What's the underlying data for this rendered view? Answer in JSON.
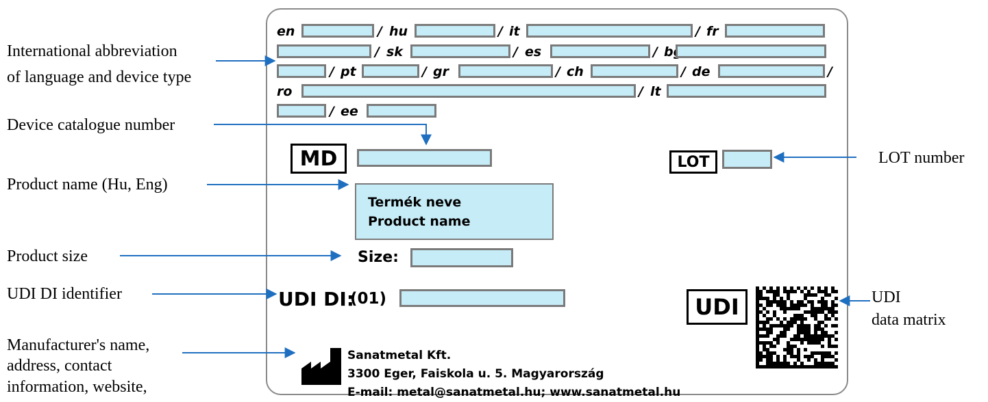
{
  "annotations": {
    "language_line1": "International abbreviation",
    "language_line2": "of language and device type",
    "catalogue": "Device catalogue number",
    "product_name": "Product name (Hu, Eng)",
    "product_size": "Product size",
    "udi_di": "UDI DI identifier",
    "manufacturer_line1": "Manufacturer's name,",
    "manufacturer_line2": "address, contact",
    "manufacturer_line3": "information, website,",
    "lot": "LOT number",
    "udi_line1": "UDI",
    "udi_line2": "data matrix"
  },
  "languages": [
    "en",
    "hu",
    "it",
    "fr",
    "sk",
    "es",
    "bg",
    "pt",
    "gr",
    "ch",
    "de",
    "ro",
    "lt",
    "ee"
  ],
  "separator": "/",
  "label": {
    "md_symbol": "MD",
    "lot_symbol": "LOT",
    "product_name_hu": "Termék neve",
    "product_name_en": "Product name",
    "size_label": "Size:",
    "udi_di_label": "UDI DI:",
    "udi_di_prefix": "(01)",
    "udi_symbol": "UDI",
    "manufacturer_name": "Sanatmetal Kft.",
    "manufacturer_address": "3300 Eger, Faiskola u. 5. Magyarország",
    "manufacturer_contact": "E-mail: metal@sanatmetal.hu; www.sanatmetal.hu"
  },
  "colors": {
    "field_fill": "#c6ecf7",
    "field_border": "#7a7a7a",
    "arrow": "#1f6fc0",
    "card_border": "#8a8a8a"
  },
  "icons": {
    "manufacturer": "factory-icon",
    "data_matrix": "data-matrix-code"
  }
}
